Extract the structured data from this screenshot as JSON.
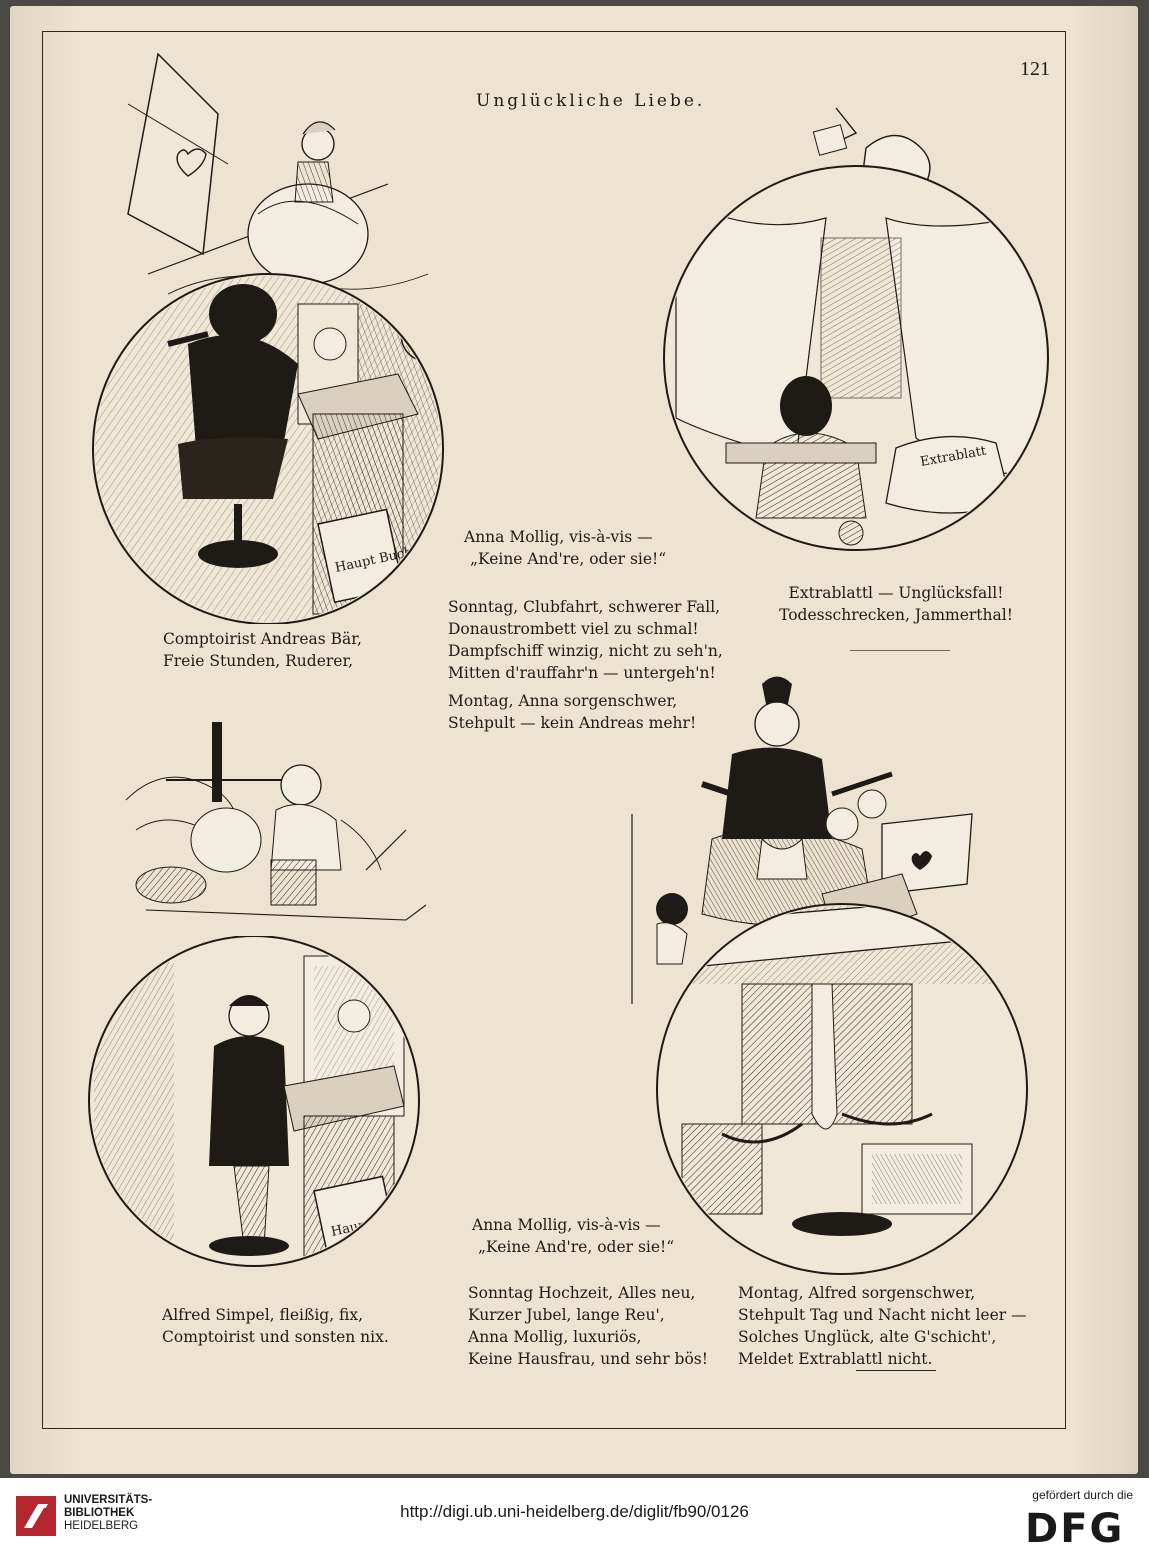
{
  "page": {
    "number": "121",
    "title": "Unglückliche Liebe."
  },
  "captions": {
    "andreas": [
      "Comptoirist Andreas Bär,",
      "Freie Stunden, Ruderer,"
    ],
    "alfred": [
      "Alfred Simpel, fleißig, fix,",
      "Comptoirist und sonsten nix."
    ]
  },
  "verses": {
    "stanza1": [
      "Anna Mollig, vis-à-vis —",
      "„Keine And're, oder sie!“"
    ],
    "stanza2": [
      "Sonntag, Clubfahrt, schwerer Fall,",
      "Donaustrombett viel zu schmal!",
      "Dampfschiff winzig, nicht zu seh'n,",
      "Mitten d'rauffahr'n — untergeh'n!"
    ],
    "stanza3": [
      "Montag, Anna sorgenschwer,",
      "Stehpult — kein Andreas mehr!"
    ],
    "stanza4": [
      "Extrablattl — Unglücksfall!",
      "Todesschrecken, Jammerthal!"
    ],
    "stanza5": [
      "Anna Mollig, vis-à-vis —",
      "„Keine And're, oder sie!“"
    ],
    "stanza6": [
      "Sonntag Hochzeit, Alles neu,",
      "Kurzer Jubel, lange Reu',",
      "Anna Mollig, luxuriös,",
      "Keine Hausfrau, und sehr bös!"
    ],
    "stanza7": [
      "Montag, Alfred sorgenschwer,",
      "Stehpult Tag und Nacht nicht leer —",
      "Solches Unglück, alte G'schicht',",
      "Meldet Extrablattl nicht."
    ]
  },
  "illustration_labels": {
    "ledger_1": "Haupt Buch",
    "newspaper": "Extrablatt",
    "ledger_2": "Haupt Buch"
  },
  "footer": {
    "institution_line1": "UNIVERSITÄTS-",
    "institution_line2": "BIBLIOTHEK",
    "institution_line3": "HEIDELBERG",
    "url": "http://digi.ub.uni-heidelberg.de/diglit/fb90/0126",
    "sponsor_note": "gefördert durch die",
    "sponsor_logo_text": "DFG"
  }
}
